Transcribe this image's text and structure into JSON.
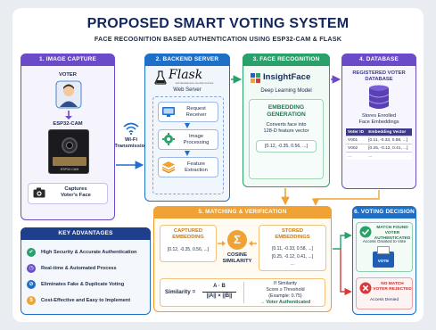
{
  "header": {
    "title": "PROPOSED SMART VOTING SYSTEM",
    "subtitle": "FACE RECOGNITION BASED AUTHENTICATION USING ESP32-CAM & FLASK"
  },
  "capture": {
    "heading": "1. IMAGE CAPTURE",
    "voter_label": "VOTER",
    "device_label": "ESP32-CAM",
    "board_text": "ESP32-CAM",
    "camera_caption": "Captures\nVoter's Face"
  },
  "link": {
    "label": "Wi-Fi\nTransmission"
  },
  "backend": {
    "heading": "2. BACKEND SERVER",
    "logo_text": "Flask",
    "logo_sub": "web development, one drop at a time",
    "server_label": "Web Server",
    "steps": [
      {
        "label": "Request\nReceiver",
        "icon": "monitor-icon"
      },
      {
        "label": "Image\nProcessing",
        "icon": "gear-icon"
      },
      {
        "label": "Feature\nExtraction",
        "icon": "layers-icon"
      }
    ]
  },
  "face": {
    "heading": "3. FACE RECOGNITION",
    "logo_text": "InsightFace",
    "model_label": "Deep Learning Model",
    "embed_title": "EMBEDDING\nGENERATION",
    "embed_desc": "Converts face into\n128-D feature vector",
    "embed_vector": "[0.12, -0.35, 0.56, ...]"
  },
  "database": {
    "heading": "4. DATABASE",
    "title": "REGISTERED VOTER\nDATABASE",
    "caption": "Stores Enrolled\nFace Embeddings",
    "columns": [
      "Voter ID",
      "Embedding Vector"
    ],
    "rows": [
      [
        "V001",
        "[0.11, -0.33, 0.58, ...]"
      ],
      [
        "V002",
        "[0.25, -0.12, 0.41, ...]"
      ],
      [
        "...",
        "..."
      ]
    ]
  },
  "matching": {
    "heading": "5. MATCHING & VERIFICATION",
    "captured_title": "CAPTURED\nEMBEDDING",
    "captured_vector": "[0.12, -0.35, 0.56, ...]",
    "op_symbol": "Σ",
    "op_label": "COSINE\nSIMILARITY",
    "stored_title": "STORED\nEMBEDDINGS",
    "stored_vectors": [
      "[0.11, -0.33, 0.58, ...]",
      "[0.25, -0.12, 0.41, ...]",
      "..."
    ],
    "formula_lhs": "Similarity =",
    "formula_num": "A · B",
    "formula_den": "||A|| × ||B||",
    "rule_line1": "If Similarity",
    "rule_line2": "Score ≥ Threshold",
    "rule_line3": "(Example: 0.75)",
    "rule_line4": "→ Voter Authenticated"
  },
  "decision": {
    "heading": "6. VOTING DECISION",
    "match_title": "MATCH FOUND\nVOTER AUTHENTICATED",
    "match_sub": "Access Granted to Vote",
    "ballot_text": "VOTE",
    "nomatch_title": "NO MATCH\nVOTER REJECTED",
    "nomatch_sub": "Access Denied"
  },
  "advantages": {
    "heading": "KEY ADVANTAGES",
    "items": [
      {
        "label": "High Security & Accurate Authentication",
        "icon": "shield-icon",
        "color": "#2aa06a"
      },
      {
        "label": "Real-time & Automated Process",
        "icon": "clock-icon",
        "color": "#6b4bc7"
      },
      {
        "label": "Eliminates Fake & Duplicate Voting",
        "icon": "ban-icon",
        "color": "#1e6fc7"
      },
      {
        "label": "Cost-Effective and Easy to Implement",
        "icon": "coins-icon",
        "color": "#f0a234"
      }
    ]
  },
  "colors": {
    "purple": "#6b4bc7",
    "blue": "#1e6fc7",
    "green": "#2aa06a",
    "orange": "#f0a234",
    "red": "#d63a3a",
    "navy": "#13275e"
  }
}
